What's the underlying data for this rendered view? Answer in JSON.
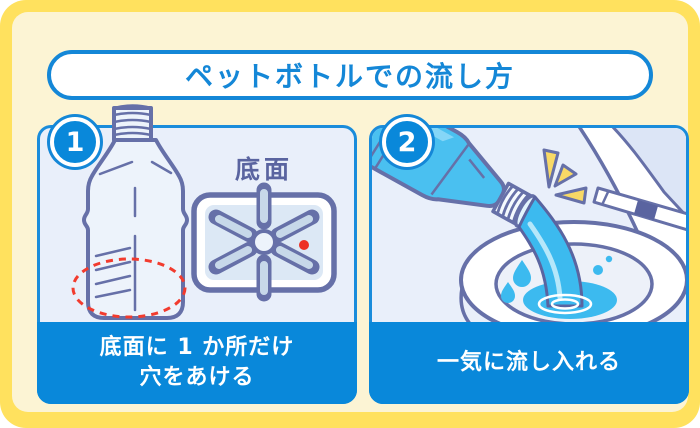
{
  "title": "ペットボトルでの流し方",
  "colors": {
    "accent_blue": "#0E87D6",
    "frame_yellow": "#FFE15E",
    "background_cream": "#FCF4D4",
    "panel_background": "#E9EFFA",
    "outline_periwinkle": "#6670A8",
    "water_cyan": "#3CBAEF",
    "alert_red": "#EE3125",
    "emphasis_yellow": "#F8D966"
  },
  "steps": [
    {
      "number": "1",
      "caption_lines": [
        "底面に 1 か所だけ",
        "穴をあける"
      ],
      "diagram_label": "底面",
      "illustration": "pet-bottle-with-red-dashed-circle-around-base-and-bottom-face-diagram"
    },
    {
      "number": "2",
      "caption_lines": [
        "一気に流し入れる"
      ],
      "illustration": "bottle-pouring-water-into-toilet-bowl"
    }
  ]
}
